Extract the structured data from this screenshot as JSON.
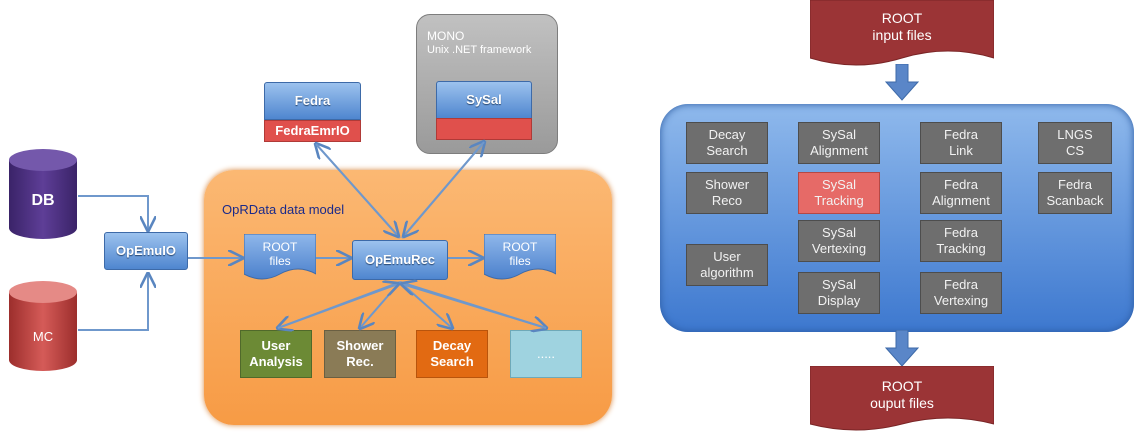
{
  "left": {
    "mono_title": "MONO",
    "mono_subtitle": "Unix .NET framework",
    "sysal": "SySal",
    "fedra": "Fedra",
    "fedra_emr_io": "FedraEmrIO",
    "db": "DB",
    "mc": "MC",
    "opemuio": "OpEmuIO",
    "model_title": "OpRData data model",
    "root_files_in": "ROOT\nfiles",
    "opemurec": "OpEmuRec",
    "root_files_out": "ROOT\nfiles",
    "user_analysis": "User\nAnalysis",
    "shower_rec": "Shower\nRec.",
    "decay_search": "Decay\nSearch",
    "more": "....."
  },
  "right": {
    "input_files": "ROOT\ninput files",
    "output_files": "ROOT\nouput files",
    "modules": [
      {
        "id": "decay-search",
        "label": "Decay\nSearch"
      },
      {
        "id": "shower-reco",
        "label": "Shower\nReco"
      },
      {
        "id": "user-algorithm",
        "label": "User\nalgorithm"
      },
      {
        "id": "sysal-alignment",
        "label": "SySal\nAlignment"
      },
      {
        "id": "sysal-tracking",
        "label": "SySal\nTracking"
      },
      {
        "id": "sysal-vertexing",
        "label": "SySal\nVertexing"
      },
      {
        "id": "sysal-display",
        "label": "SySal\nDisplay"
      },
      {
        "id": "fedra-link",
        "label": "Fedra\nLink"
      },
      {
        "id": "fedra-alignment",
        "label": "Fedra\nAlignment"
      },
      {
        "id": "fedra-tracking",
        "label": "Fedra\nTracking"
      },
      {
        "id": "fedra-vertexing",
        "label": "Fedra\nVertexing"
      },
      {
        "id": "lngs-cs",
        "label": "LNGS\nCS"
      },
      {
        "id": "fedra-scanback",
        "label": "Fedra\nScanback"
      }
    ]
  },
  "colors": {
    "orange_panel": "#f9a95a",
    "mono_panel": "#a3a3a3",
    "blue_panel": "#4a86d8",
    "dark_red": "#9b3436",
    "grey_box": "#6e6e6e",
    "highlight_red": "#e66a67",
    "user_analysis": "#6c8a35",
    "shower_rec": "#8a7b56",
    "decay_search": "#e26a12",
    "more_box": "#9fd3e0"
  }
}
